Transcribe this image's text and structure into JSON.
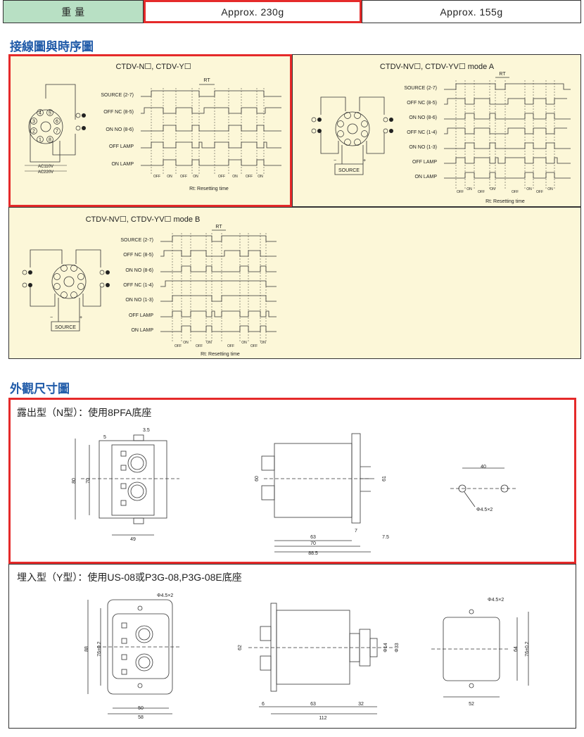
{
  "weight_row": {
    "label": "重 量",
    "value_a": "Approx. 230g",
    "value_b": "Approx. 155g"
  },
  "section_wiring": {
    "title": "接線圖與時序圖"
  },
  "diagram_ny": {
    "title": "CTDV-N☐, CTDV-Y☐",
    "rt": "RT",
    "signals": [
      "SOURCE (2-7)",
      "OFF NC (8-5)",
      "ON NO (8-6)",
      "OFF LAMP",
      "ON LAMP"
    ],
    "ac110": "AC110V",
    "ac220": "AC220V",
    "off": "OFF",
    "on": "ON",
    "note": "Rt: Resetting time",
    "pins": [
      "1",
      "2",
      "3",
      "4",
      "5",
      "6",
      "7",
      "8"
    ]
  },
  "diagram_a": {
    "title": "CTDV-NV☐, CTDV-YV☐ mode A",
    "rt": "RT",
    "signals": [
      "SOURCE (2-7)",
      "OFF NC (8-5)",
      "ON NO (8-6)",
      "OFF NC (1-4)",
      "ON NO (1-3)",
      "OFF LAMP",
      "ON LAMP"
    ],
    "source": "SOURCE",
    "minus": "−",
    "plus": "+",
    "off": "OFF",
    "on": "ON",
    "note": "Rt: Resetting time"
  },
  "diagram_b": {
    "title": "CTDV-NV☐, CTDV-YV☐ mode B",
    "rt": "RT",
    "signals": [
      "SOURCE (2-7)",
      "OFF NC (8-5)",
      "ON NO (8-6)",
      "OFF NC (1-4)",
      "ON NO (1-3)",
      "OFF LAMP",
      "ON LAMP"
    ],
    "source": "SOURCE",
    "minus": "−",
    "plus": "+",
    "off": "OFF",
    "on": "ON",
    "note": "Rt: Resetting time"
  },
  "section_dims": {
    "title": "外觀尺寸圖"
  },
  "dims_n": {
    "caption": "露出型（N型）：使用8PFA底座",
    "d35": "3.5",
    "d5": "5",
    "d80": "80",
    "d70": "70",
    "d49": "49",
    "d60": "60",
    "d61": "61",
    "d63": "63",
    "d7": "7",
    "d75": "7.5",
    "d70b": "70",
    "d885": "88.5",
    "d40": "40",
    "hole": "Φ4.5×2"
  },
  "dims_y": {
    "caption": "埋入型（Y型）：使用US-08或P3G-08,P3G-08E底座",
    "hole": "Φ4.5×2",
    "d88": "88",
    "d76": "76±0.2",
    "d50": "50",
    "d58": "58",
    "d62": "62",
    "d14": "Φ14",
    "d33": "Φ33",
    "d6": "6",
    "d63": "63",
    "d32": "32",
    "d112": "112",
    "hole2": "Φ4.5×2",
    "d64": "64",
    "d76b": "76±0.2",
    "d52": "52"
  }
}
